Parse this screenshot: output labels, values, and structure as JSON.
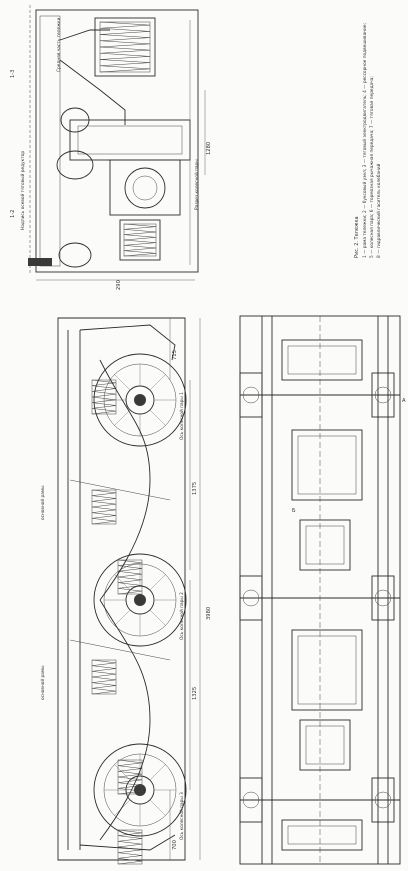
{
  "views": {
    "top": {
      "section_a": "1-3",
      "section_b": "1-2",
      "label_wheelset": "Надпись осевой тяговый редуктор",
      "label_side": "Средняя часть тележки",
      "label_pass": "Разрез колесной пары",
      "label_dim_main": "1280",
      "label_dim_side": "290"
    },
    "side": {
      "label_a": "основной рамы",
      "label_b": "основной рамы",
      "dim_total": "3980",
      "dim_wheelbase_1": "1375",
      "dim_wheelbase_2": "1325",
      "dim_left": "715",
      "dim_right": "700",
      "label_axle_1": "Ось колесной пары 1",
      "label_axle_2": "Ось колесной пары 2",
      "label_axle_3": "Ось колесной пары 3"
    },
    "plan": {
      "marker_a": "A",
      "marker_b": "Б"
    }
  },
  "caption": {
    "title": "Рис. 2. Тележка",
    "lines": [
      "1 — рама тележки; 2 — буксовый узел; 3 — тяговый электродвигатель; 4 — рессорное подвешивание;",
      "5 — колесная пара; 6 — тормозная рычажная передача; 7 — тяговая передача;",
      "8 — гидравлический гаситель колебаний"
    ]
  }
}
